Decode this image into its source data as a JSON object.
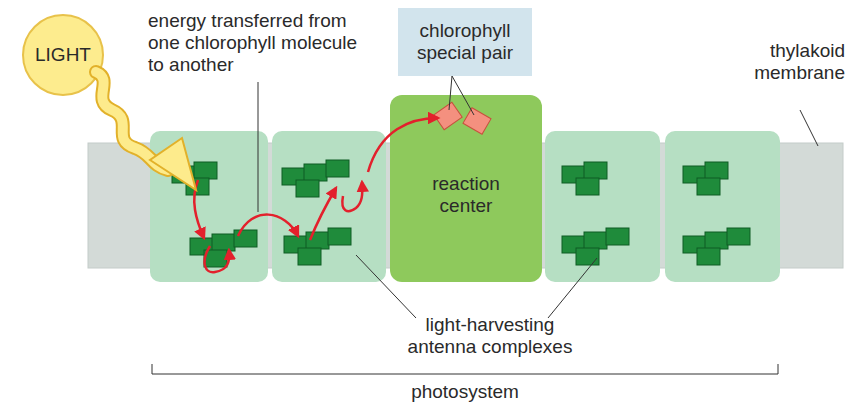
{
  "diagram": {
    "nodes": [
      {
        "text": [
          "LIGHT"
        ]
      },
      {
        "text": [
          "chlorophyll special pair"
        ]
      },
      {
        "text": [
          "reaction center"
        ]
      }
    ],
    "labels": [
      "energy transferred from one chlorophyll molecule to another",
      "thylakoid membrane",
      "light-harvesting antenna complexes",
      "photosystem"
    ]
  }
}
